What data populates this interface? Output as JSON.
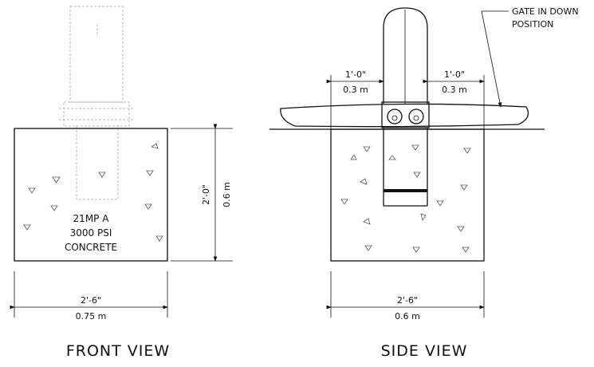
{
  "front_view": {
    "title": "FRONT VIEW",
    "note_line1": "21MP A",
    "note_line2": "3000 PSI",
    "note_line3": "CONCRETE",
    "height_imperial": "2'-0\"",
    "height_metric": "0.6 m",
    "width_imperial": "2'-6\"",
    "width_metric": "0.75 m"
  },
  "side_view": {
    "title": "SIDE VIEW",
    "callout_line1": "GATE IN DOWN",
    "callout_line2": "POSITION",
    "left_offset_imperial": "1'-0\"",
    "left_offset_metric": "0.3 m",
    "right_offset_imperial": "1'-0\"",
    "right_offset_metric": "0.3 m",
    "width_imperial": "2'-6\"",
    "width_metric": "0.6 m"
  }
}
